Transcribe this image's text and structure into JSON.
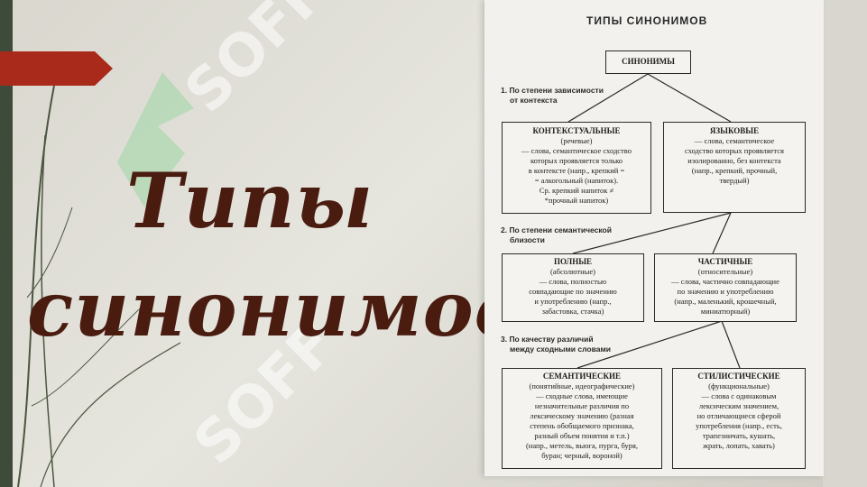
{
  "slide": {
    "title_line1": "Типы",
    "title_line2": "синонимов",
    "watermark": "SOFF",
    "accent_color": "#a92a1a",
    "title_color": "#4a1c10"
  },
  "diagram": {
    "heading": "ТИПЫ СИНОНИМОВ",
    "root": "СИНОНИМЫ",
    "criterion1_line1": "1. По степени зависимости",
    "criterion1_line2": "от контекста",
    "contextual": {
      "heading1": "КОНТЕКСТУАЛЬНЫЕ",
      "heading2": "(речевые)",
      "lines": [
        "— слова, семантическое сходство",
        "которых проявляется только",
        "в контексте (напр., крепкий =",
        "= алкогольный (напиток).",
        "Ср. крепкий напиток ≠",
        "*прочный напиток)"
      ]
    },
    "linguistic": {
      "heading1": "ЯЗЫКОВЫЕ",
      "lines": [
        "— слова, семантическое",
        "сходство которых проявляется",
        "изолированно, без контекста",
        "(напр., крепкий, прочный,",
        "твердый)"
      ]
    },
    "criterion2_line1": "2. По степени семантической",
    "criterion2_line2": "близости",
    "full": {
      "heading1": "ПОЛНЫЕ",
      "heading2": "(абсолютные)",
      "lines": [
        "— слова, полностью",
        "совпадающие по значению",
        "и употреблению (напр.,",
        "забастовка, стачка)"
      ]
    },
    "partial": {
      "heading1": "ЧАСТИЧНЫЕ",
      "heading2": "(относительные)",
      "lines": [
        "— слова, частично совпадающие",
        "по значению и употреблению",
        "(напр., маленький, крошечный,",
        "миниатюрный)"
      ]
    },
    "criterion3_line1": "3. По качеству различий",
    "criterion3_line2": "между сходными словами",
    "semantic": {
      "heading1": "СЕМАНТИЧЕСКИЕ",
      "heading2": "(понятийные, идеографические)",
      "lines": [
        "— сходные слова, имеющие",
        "незначительные различия по",
        "лексическому значению (разная",
        "степень обобщаемого признака,",
        "разный объем понятия и т.п.)",
        "(напр., метель, вьюга, пурга, буря,",
        "буран; черный, вороной)"
      ]
    },
    "stylistic": {
      "heading1": "СТИЛИСТИЧЕСКИЕ",
      "heading2": "(функциональные)",
      "lines": [
        "— слова с одинаковым",
        "лексическим значением,",
        "но отличающиеся сферой",
        "употребления (напр., есть,",
        "трапезничать, кушать,",
        "жрать, лопать, хавать)"
      ]
    }
  }
}
